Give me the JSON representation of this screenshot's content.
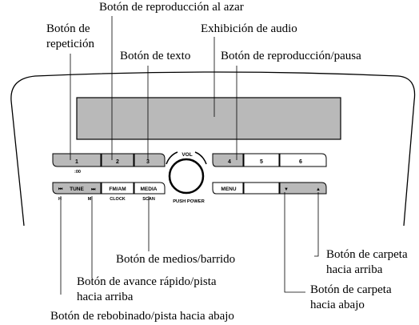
{
  "labels": {
    "shuffle": "Botón de reproducción al azar",
    "repeat_line1": "Botón de",
    "repeat_line2": "repetición",
    "text": "Botón de texto",
    "audio_display": "Exhibición de audio",
    "play_pause": "Botón de reproducción/pausa",
    "media_scan": "Botón de medios/barrido",
    "folder_up_line1": "Botón de carpeta",
    "folder_up_line2": "hacia arriba",
    "fast_forward_line1": "Botón de avance rápido/pista",
    "fast_forward_line2": "hacia arriba",
    "folder_down_line1": "Botón de carpeta",
    "folder_down_line2": "hacia abajo",
    "rewind": "Botón de rebobinado/pista hacia abajo"
  },
  "unit": {
    "preset_1": "1",
    "preset_2": "2",
    "preset_3": "3",
    "preset_4": "4",
    "preset_5": "5",
    "preset_6": "6",
    "sub_1": ":00",
    "tune": "TUNE",
    "fm_am": "FM/AM",
    "media": "MEDIA",
    "menu": "MENU",
    "vol": "VOL",
    "push_power": "PUSH POWER",
    "h": "H",
    "m": "M",
    "clock": "CLOCK",
    "scan": "SCAN"
  }
}
